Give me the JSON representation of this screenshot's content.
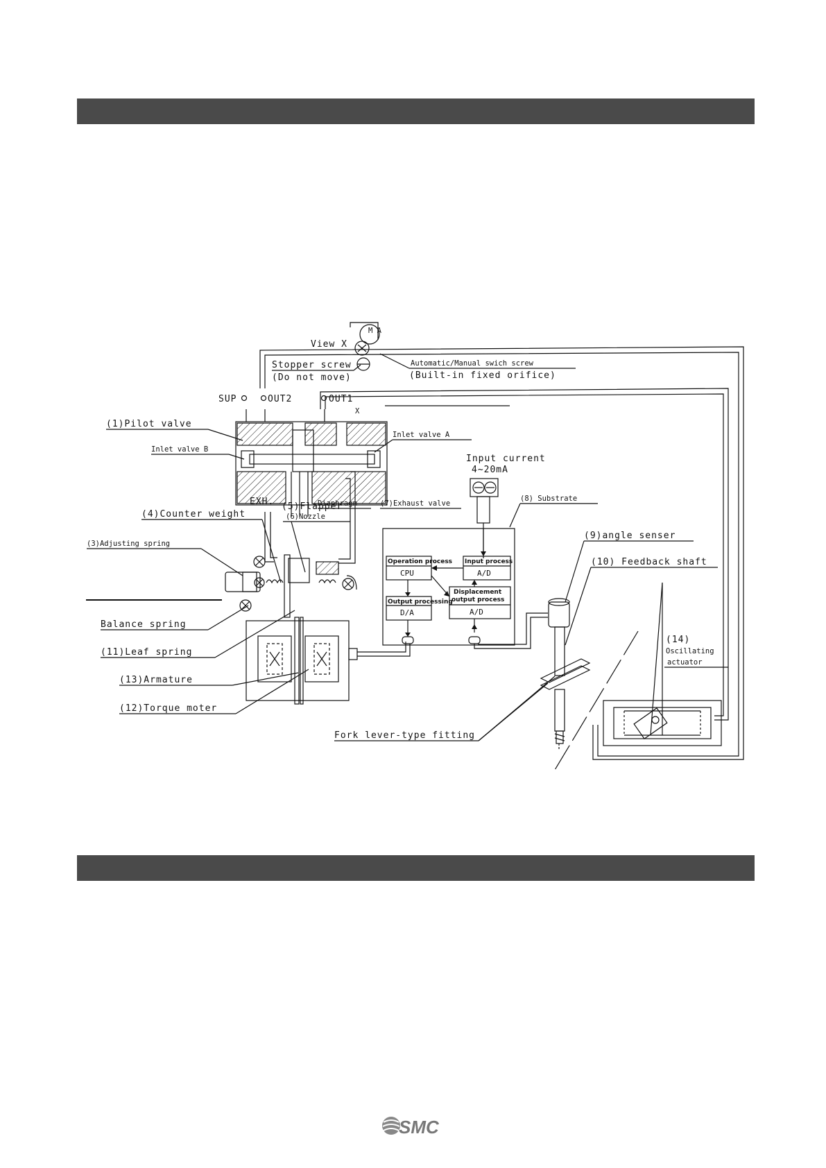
{
  "labels": {
    "view_x": "View X",
    "stopper_screw": "Stopper screw",
    "do_not_move": "(Do not move)",
    "auto_manual_screw": "Automatic/Manual swich screw",
    "built_in_orifice": "(Built-in fixed orifice)",
    "sup": "SUP",
    "out2": "OUT2",
    "out1": "OUT1",
    "x_mark": "X",
    "pilot_valve": "(1)Pilot valve",
    "inlet_valve_b": "Inlet valve B",
    "inlet_valve_a": "Inlet valve A",
    "input_current": "Input current",
    "input_current_range": "4~20mA",
    "exh": "EXH.",
    "diaphragm": "Diaphragm",
    "exhaust_valve": "(7)Exhaust valve",
    "substrate": "(8) Substrate",
    "counter_weight": "(4)Counter weight",
    "flapper": "(5)Flapper",
    "nozzle": "(6)Nozzle",
    "adjusting_spring": "(3)Adjusting spring",
    "angle_sensor": "(9)angle senser",
    "feedback_shaft": "(10) Feedback shaft",
    "balance_spring": "Balance spring",
    "leaf_spring": "(11)Leaf spring",
    "armature": "(13)Armature",
    "torque_motor": "(12)Torque moter",
    "oscillating_num": "(14)",
    "oscillating_1": "Oscillating",
    "oscillating_2": "actuator",
    "fork_lever": "Fork lever-type fitting",
    "ma": "M A"
  },
  "blocks": {
    "operation_title": "Operation process",
    "operation_value": "CPU",
    "input_title": "Input process",
    "input_value": "A/D",
    "output_title": "Output processing",
    "output_value": "D/A",
    "displacement_title_1": "Displacement",
    "displacement_title_2": "output process",
    "displacement_value": "A/D"
  },
  "brand": {
    "logo_text": "SMC"
  }
}
